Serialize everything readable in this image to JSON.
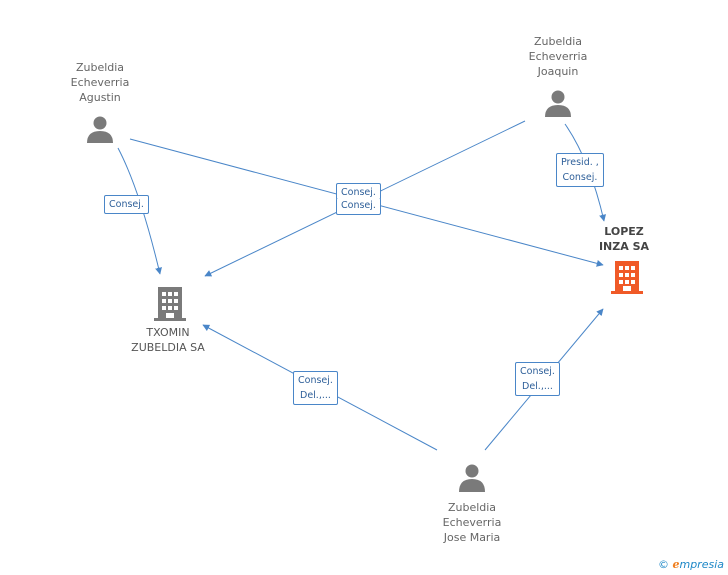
{
  "nodes": {
    "agustin": {
      "lines": [
        "Zubeldia",
        "Echeverria",
        "Agustin"
      ],
      "type": "person"
    },
    "joaquin": {
      "lines": [
        "Zubeldia",
        "Echeverria",
        "Joaquin"
      ],
      "type": "person"
    },
    "josemaria": {
      "lines": [
        "Zubeldia",
        "Echeverria",
        "Jose Maria"
      ],
      "type": "person"
    },
    "txomin": {
      "lines": [
        "TXOMIN",
        "ZUBELDIA SA"
      ],
      "type": "company"
    },
    "lopez": {
      "lines": [
        "LOPEZ",
        "INZA SA"
      ],
      "type": "company-focus"
    }
  },
  "edges": [
    {
      "id": "agustin-txomin",
      "label": [
        "Consej."
      ]
    },
    {
      "id": "agustin-lopez",
      "label": [
        "Consej."
      ]
    },
    {
      "id": "joaquin-txomin",
      "label": [
        "Consej."
      ]
    },
    {
      "id": "joaquin-lopez",
      "label": [
        "Presid. ,",
        "Consej."
      ]
    },
    {
      "id": "josemaria-txomin",
      "label": [
        "Consej.",
        "Del.,..."
      ]
    },
    {
      "id": "josemaria-lopez",
      "label": [
        "Consej.",
        "Del.,..."
      ]
    }
  ],
  "colors": {
    "edge": "#4a86c8",
    "person": "#7a7a7a",
    "company": "#7a7a7a",
    "focus": "#f05a28"
  },
  "footer": {
    "copyright": "©",
    "brand_initial": "e",
    "brand_rest": "mpresia"
  }
}
